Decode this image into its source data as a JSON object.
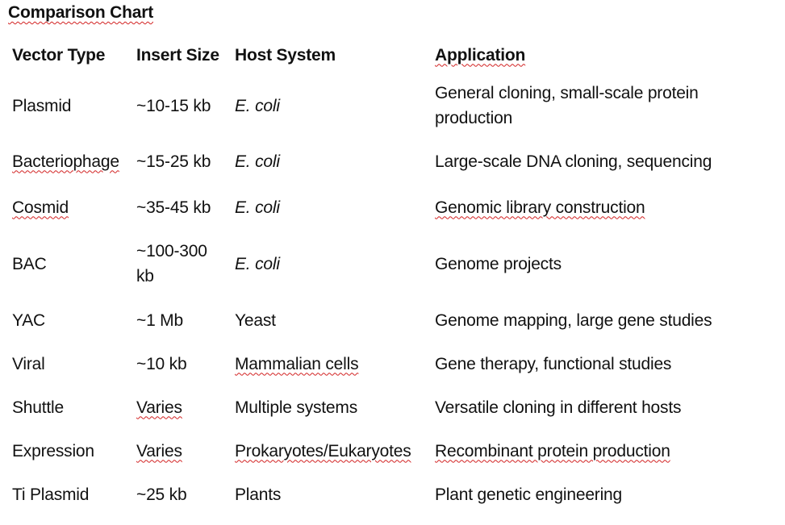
{
  "document": {
    "title": "Comparison Chart"
  },
  "table": {
    "headers": {
      "vector_type": "Vector Type",
      "insert_size": "Insert Size",
      "host_system": "Host System",
      "application": "Application"
    },
    "rows": [
      {
        "vector_type": "Plasmid",
        "insert_size": "~10-15 kb",
        "host_system": "E. coli",
        "application": "General cloning, small-scale protein production"
      },
      {
        "vector_type": "Bacteriophage",
        "insert_size": "~15-25 kb",
        "host_system": "E. coli",
        "application": "Large-scale DNA cloning, sequencing"
      },
      {
        "vector_type": "Cosmid",
        "insert_size": "~35-45 kb",
        "host_system": "E. coli",
        "application": "Genomic library construction"
      },
      {
        "vector_type": "BAC",
        "insert_size": "~100-300 kb",
        "host_system": "E. coli",
        "application": "Genome projects"
      },
      {
        "vector_type": "YAC",
        "insert_size": "~1 Mb",
        "host_system": "Yeast",
        "application": "Genome mapping, large gene studies"
      },
      {
        "vector_type": "Viral",
        "insert_size": "~10 kb",
        "host_system": "Mammalian cells",
        "application": "Gene therapy, functional studies"
      },
      {
        "vector_type": "Shuttle",
        "insert_size": "Varies",
        "host_system": "Multiple systems",
        "application": "Versatile cloning in different hosts"
      },
      {
        "vector_type": "Expression",
        "insert_size": "Varies",
        "host_system": "Prokaryotes/Eukaryotes",
        "application": "Recombinant protein production"
      },
      {
        "vector_type": "Ti Plasmid",
        "insert_size": "~25 kb",
        "host_system": "Plants",
        "application": "Plant genetic engineering"
      }
    ]
  },
  "colors": {
    "text": "#111111",
    "spellcheck_underline": "#d22222",
    "background": "#ffffff"
  }
}
